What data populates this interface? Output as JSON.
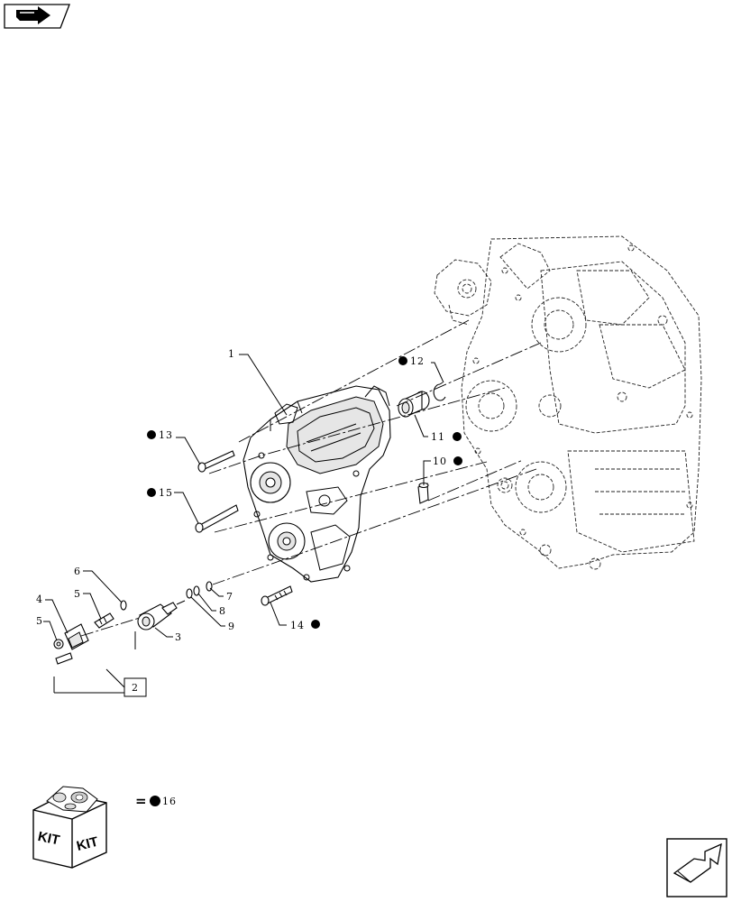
{
  "callouts": {
    "c1": "1",
    "c2": "2",
    "c3": "3",
    "c4": "4",
    "c5a": "5",
    "c5b": "5",
    "c6": "6",
    "c7": "7",
    "c8": "8",
    "c9": "9",
    "c10": "10",
    "c11": "11",
    "c12": "12",
    "c13": "13",
    "c14": "14",
    "c15": "15",
    "c16": "16"
  },
  "legend": {
    "equals": "=",
    "kit_left": "KIT",
    "kit_right": "KIT"
  },
  "icons": {
    "top_left": "back-arrow-icon",
    "bottom_right": "next-page-arrow-icon"
  }
}
